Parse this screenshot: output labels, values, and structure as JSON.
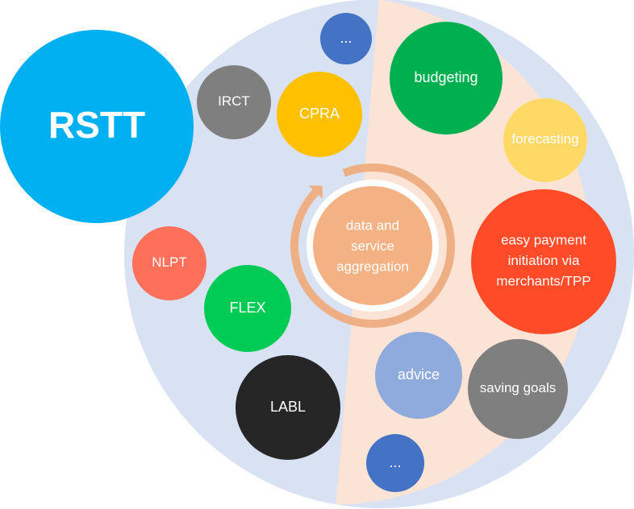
{
  "colors": {
    "left_half": "#d9e2f3",
    "right_half": "#fbe4d5",
    "ring": "#efaf84",
    "center": "#f4b183"
  },
  "center": {
    "lines": [
      "data and",
      "service",
      "aggregation"
    ]
  },
  "nodes": [
    {
      "id": "rstt",
      "icon": "",
      "lines": [
        "RSTT"
      ],
      "color": "#00b0f0"
    },
    {
      "id": "irct",
      "lines": [
        "IRCT"
      ],
      "color": "#7f7f7f"
    },
    {
      "id": "cpra",
      "lines": [
        "CPRA"
      ],
      "color": "#ffc000"
    },
    {
      "id": "ellipsis-top",
      "lines": [
        "..."
      ],
      "color": "#4472c4"
    },
    {
      "id": "nlpt",
      "lines": [
        "NLPT"
      ],
      "color": "#ff705a"
    },
    {
      "id": "flex",
      "lines": [
        "FLEX"
      ],
      "color": "#00cc55"
    },
    {
      "id": "labl",
      "lines": [
        "LABL"
      ],
      "color": "#262626"
    },
    {
      "id": "budgeting",
      "lines": [
        "budgeting"
      ],
      "color": "#00b050"
    },
    {
      "id": "forecasting",
      "lines": [
        "forecasting"
      ],
      "color": "#ffd966"
    },
    {
      "id": "easy-payment",
      "lines": [
        "easy payment",
        "initiation via",
        "merchants/TPP"
      ],
      "color": "#ff4b28"
    },
    {
      "id": "advice",
      "lines": [
        "advice"
      ],
      "color": "#8faadc"
    },
    {
      "id": "saving-goals",
      "lines": [
        "saving goals"
      ],
      "color": "#7f7f7f"
    },
    {
      "id": "ellipsis-bottom",
      "lines": [
        "..."
      ],
      "color": "#4472c4"
    }
  ]
}
